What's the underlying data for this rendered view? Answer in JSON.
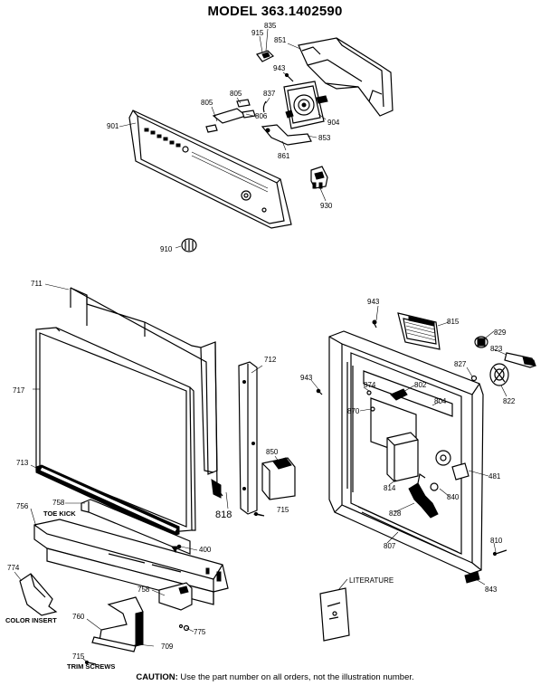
{
  "title": "MODEL 363.1402590",
  "caution": {
    "label": "CAUTION:",
    "text": " Use the part number on all orders, not the illustration number."
  },
  "labels": {
    "p915": "915",
    "p835": "835",
    "p851": "851",
    "p943a": "943",
    "p837": "837",
    "p805a": "805",
    "p805b": "805",
    "p806": "806",
    "p901": "901",
    "p904": "904",
    "p853": "853",
    "p861": "861",
    "p930": "930",
    "p910": "910",
    "p711": "711",
    "p717": "717",
    "p713": "713",
    "p712": "712",
    "p818": "818",
    "p850": "850",
    "p715a": "715",
    "p756": "756",
    "p758a": "758",
    "toe_kick": "TOE KICK",
    "p400": "400",
    "p758b": "758",
    "p774": "774",
    "color_insert": "COLOR INSERT",
    "p760": "760",
    "p775": "775",
    "p709": "709",
    "p715b": "715",
    "trim_screws": "TRIM SCREWS",
    "p943b": "943",
    "p815": "815",
    "p829": "829",
    "p823": "823",
    "p943c": "943",
    "p827": "827",
    "p822": "822",
    "p874": "874",
    "p802": "802",
    "p804": "804",
    "p870": "870",
    "p481": "481",
    "p814": "814",
    "p840": "840",
    "p828": "828",
    "p807": "807",
    "p810": "810",
    "p843": "843",
    "literature": "LITERATURE"
  }
}
